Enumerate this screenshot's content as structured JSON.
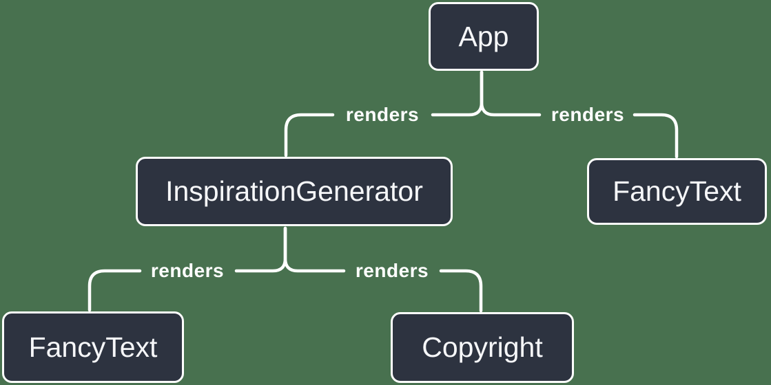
{
  "diagram_type": "react-render-tree",
  "colors": {
    "background": "#48714F",
    "node_fill": "#2D3340",
    "node_border": "#FFFFFF",
    "node_text": "#F6F7F9",
    "edge_line": "#FFFFFF",
    "edge_label_text": "#FFFFFF"
  },
  "nodes": {
    "app": {
      "label": "App"
    },
    "inspiration_generator": {
      "label": "InspirationGenerator"
    },
    "fancy_text_top": {
      "label": "FancyText"
    },
    "fancy_text_bottom": {
      "label": "FancyText"
    },
    "copyright": {
      "label": "Copyright"
    }
  },
  "edges": [
    {
      "from": "App",
      "to": "InspirationGenerator",
      "label": "renders"
    },
    {
      "from": "App",
      "to": "FancyText",
      "label": "renders"
    },
    {
      "from": "InspirationGenerator",
      "to": "FancyText",
      "label": "renders"
    },
    {
      "from": "InspirationGenerator",
      "to": "Copyright",
      "label": "renders"
    }
  ]
}
